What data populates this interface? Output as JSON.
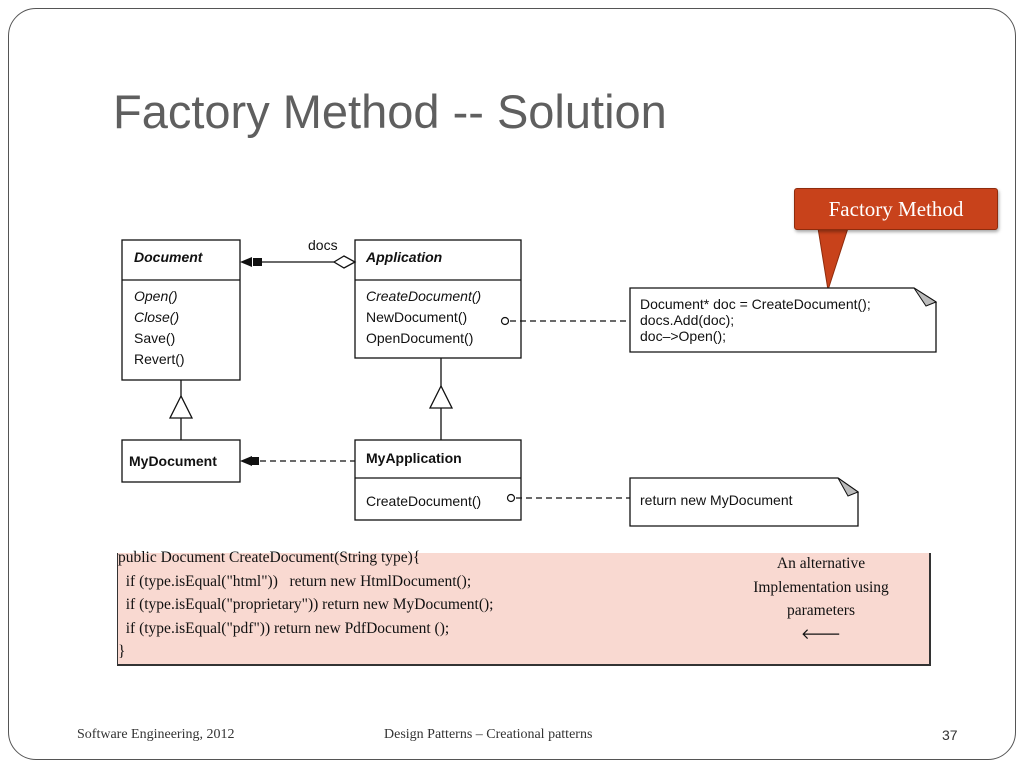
{
  "slide": {
    "title": "Factory Method -- Solution",
    "callout_label": "Factory Method",
    "footer_left": "Software Engineering, 2012",
    "footer_center": "Design Patterns – Creational patterns",
    "page_number": "37"
  },
  "diagram": {
    "document": {
      "name": "Document",
      "ops": [
        "Open()",
        "Close()",
        "Save()",
        "Revert()"
      ]
    },
    "application": {
      "name": "Application",
      "ops": [
        "CreateDocument()",
        "NewDocument()",
        "OpenDocument()"
      ]
    },
    "mydocument": {
      "name": "MyDocument"
    },
    "myapplication": {
      "name": "MyApplication",
      "ops": [
        "CreateDocument()"
      ]
    },
    "association_label": "docs",
    "note1": [
      "Document* doc = CreateDocument();",
      "docs.Add(doc);",
      "doc–>Open();"
    ],
    "note2": [
      "return new MyDocument"
    ]
  },
  "code": {
    "lines": [
      "public Document CreateDocument(String type){",
      "  if (type.isEqual(\"html\"))   return new HtmlDocument();",
      "  if (type.isEqual(\"proprietary\")) return new MyDocument();",
      "  if (type.isEqual(\"pdf\")) return new PdfDocument ();",
      "}"
    ],
    "alternative_lines": [
      "An alternative",
      "Implementation using",
      "parameters",
      "🡐"
    ]
  },
  "colors": {
    "callout": "#c8421b",
    "code_bg": "#f9d9d1",
    "title": "#5f5f5f"
  }
}
